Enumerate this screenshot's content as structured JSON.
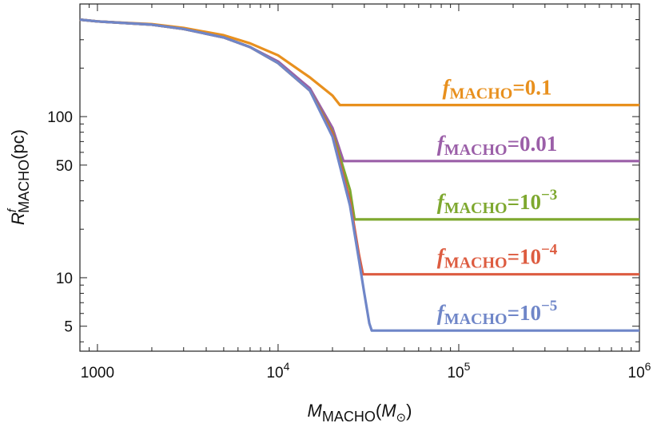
{
  "chart_data": {
    "type": "line",
    "xscale": "log",
    "yscale": "log",
    "xlim": [
      800,
      1000000
    ],
    "ylim": [
      3.5,
      500
    ],
    "xlabel": {
      "main": "M",
      "sub": "MACHO",
      "unit_open": "(M",
      "unit_sub": "⊙",
      "unit_close": ")"
    },
    "ylabel": {
      "main": "R",
      "sup": "f",
      "sub": "MACHO",
      "unit": "(pc)"
    },
    "xticks": [
      {
        "value": 1000,
        "base": "1000",
        "exp": ""
      },
      {
        "value": 10000,
        "base": "10",
        "exp": "4"
      },
      {
        "value": 100000,
        "base": "10",
        "exp": "5"
      },
      {
        "value": 1000000,
        "base": "10",
        "exp": "6"
      }
    ],
    "yticks": [
      {
        "value": 5,
        "label": "5"
      },
      {
        "value": 10,
        "label": "10"
      },
      {
        "value": 50,
        "label": "50"
      },
      {
        "value": 100,
        "label": "100"
      }
    ],
    "series": [
      {
        "name": "0.1",
        "color": "#E8901E",
        "label": {
          "prefix": "f",
          "sub": "MACHO",
          "eq": "=",
          "base": "0.1",
          "exp": ""
        },
        "x": [
          800,
          1000,
          2000,
          3000,
          5000,
          7000,
          10000,
          15000,
          20000,
          22000,
          1000000
        ],
        "y": [
          400,
          390,
          375,
          355,
          320,
          285,
          240,
          175,
          135,
          118,
          118
        ]
      },
      {
        "name": "0.01",
        "color": "#9B5FA8",
        "label": {
          "prefix": "f",
          "sub": "MACHO",
          "eq": "=",
          "base": "0.01",
          "exp": ""
        },
        "x": [
          800,
          1000,
          2000,
          3000,
          5000,
          7000,
          10000,
          15000,
          20000,
          23000,
          1000000
        ],
        "y": [
          400,
          390,
          372,
          350,
          310,
          270,
          220,
          150,
          85,
          53,
          53
        ]
      },
      {
        "name": "10^-3",
        "color": "#7EA82F",
        "label": {
          "prefix": "f",
          "sub": "MACHO",
          "eq": "=",
          "base": "10",
          "exp": "−3"
        },
        "x": [
          800,
          1000,
          2000,
          3000,
          5000,
          7000,
          10000,
          15000,
          20000,
          25000,
          26500,
          1000000
        ],
        "y": [
          400,
          390,
          372,
          350,
          310,
          270,
          215,
          145,
          80,
          35,
          23,
          23
        ]
      },
      {
        "name": "10^-4",
        "color": "#DD5C40",
        "label": {
          "prefix": "f",
          "sub": "MACHO",
          "eq": "=",
          "base": "10",
          "exp": "−4"
        },
        "x": [
          800,
          1000,
          2000,
          3000,
          5000,
          7000,
          10000,
          15000,
          20000,
          25000,
          28000,
          29500,
          1000000
        ],
        "y": [
          400,
          390,
          372,
          350,
          310,
          270,
          215,
          145,
          78,
          30,
          14,
          10.5,
          10.5
        ]
      },
      {
        "name": "10^-5",
        "color": "#6F86C8",
        "label": {
          "prefix": "f",
          "sub": "MACHO",
          "eq": "=",
          "base": "10",
          "exp": "−5"
        },
        "x": [
          800,
          1000,
          2000,
          3000,
          5000,
          7000,
          10000,
          15000,
          20000,
          25000,
          28000,
          30000,
          32000,
          33000,
          1000000
        ],
        "y": [
          400,
          390,
          372,
          350,
          310,
          270,
          215,
          145,
          75,
          28,
          13,
          8,
          5.2,
          4.7,
          4.7
        ]
      }
    ]
  }
}
